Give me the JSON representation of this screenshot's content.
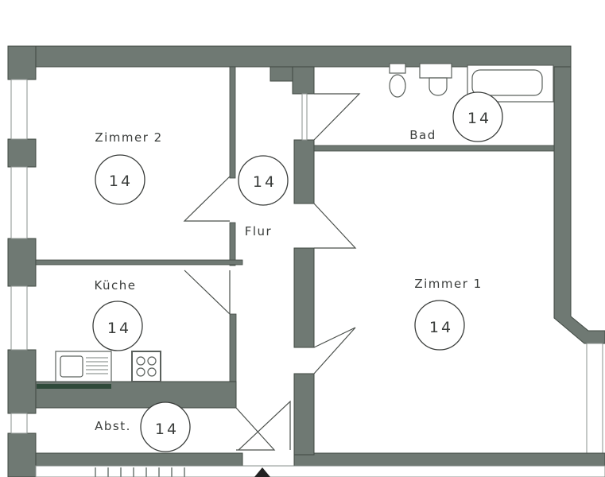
{
  "plan": {
    "wall_color": "#6f7973",
    "rooms": [
      {
        "name": "Zimmer 2",
        "number": "14"
      },
      {
        "name": "Flur",
        "number": "14"
      },
      {
        "name": "Bad",
        "number": "14"
      },
      {
        "name": "Zimmer 1",
        "number": "14"
      },
      {
        "name": "Küche",
        "number": "14"
      },
      {
        "name": "Abst.",
        "number": "14"
      }
    ]
  }
}
